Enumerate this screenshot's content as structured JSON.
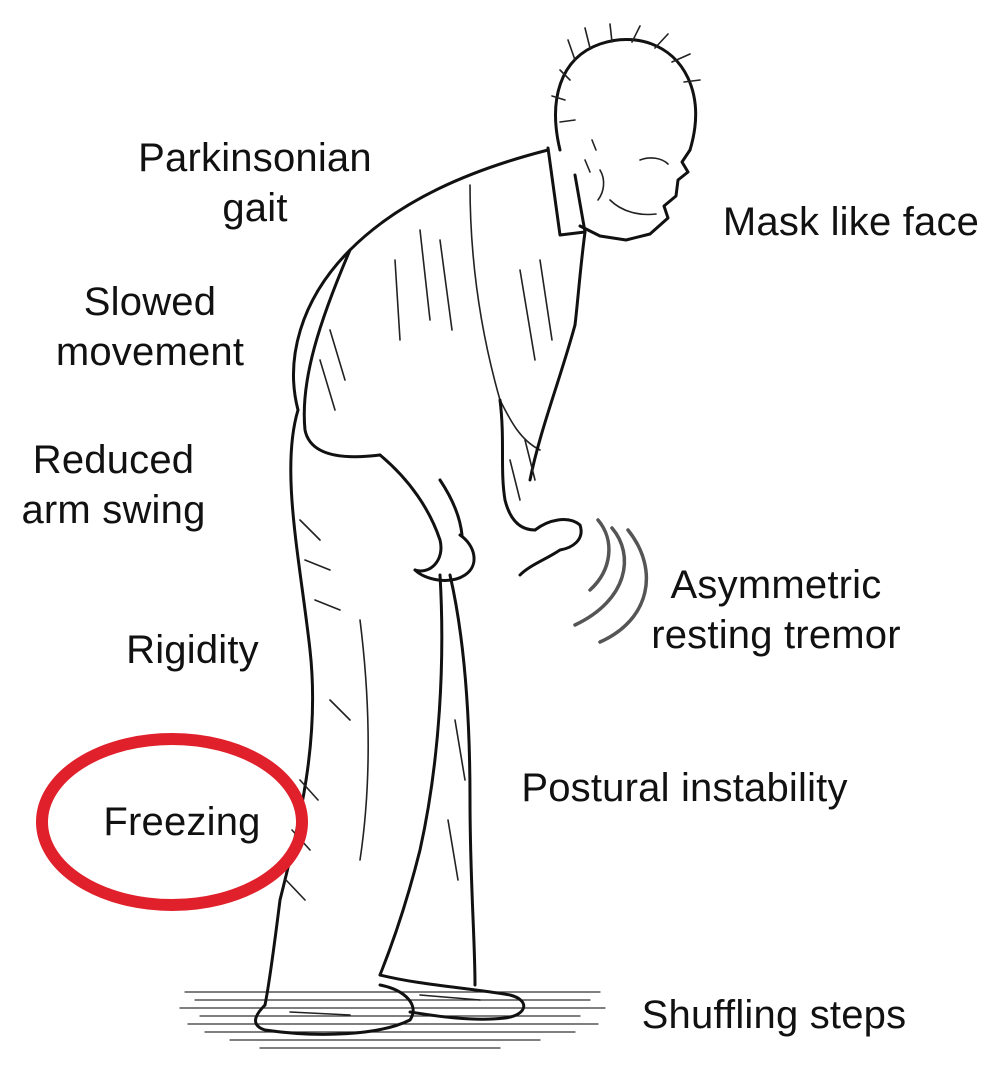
{
  "labels": {
    "parkinsonian_gait": [
      "Parkinsonian",
      "gait"
    ],
    "mask_like_face": [
      "Mask like face"
    ],
    "slowed_movement": [
      "Slowed",
      "movement"
    ],
    "reduced_arm_swing": [
      "Reduced",
      "arm swing"
    ],
    "asymmetric_resting_tremor": [
      "Asymmetric",
      "resting tremor"
    ],
    "rigidity": [
      "Rigidity"
    ],
    "postural_instability": [
      "Postural instability"
    ],
    "freezing": [
      "Freezing"
    ],
    "shuffling_steps": [
      "Shuffling steps"
    ]
  },
  "highlighted_label": "freezing",
  "colors": {
    "highlight": "#e0202a",
    "text": "#111111",
    "tremor_lines": "#555555"
  },
  "icons": {
    "figure": "parkinsonian-man-illustration",
    "tremor": "tremor-wave-icon",
    "highlight": "red-ellipse-highlight"
  }
}
